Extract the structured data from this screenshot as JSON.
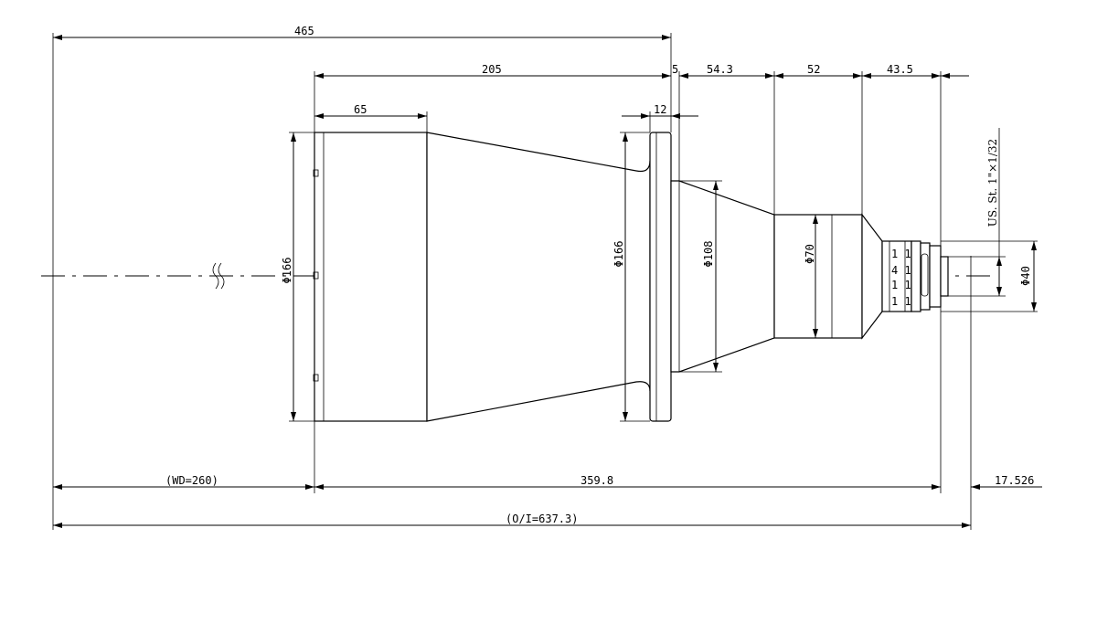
{
  "dimensions": {
    "overall_top": "465",
    "flange_to_mount_top": "205",
    "front_barrel_len": "65",
    "flange_thickness": "12",
    "gap_small": "5",
    "rear_section_1": "54.3",
    "rear_section_2": "52",
    "rear_section_3": "43.5",
    "working_distance": "(WD=260)",
    "lens_length": "359.8",
    "back_focus": "17.526",
    "object_to_image": "(O/I=637.3)"
  },
  "diameters": {
    "front": "Φ166",
    "flange": "Φ166",
    "cone_rear": "Φ108",
    "rear_barrel": "Φ70",
    "mount": "Φ40"
  },
  "thread_spec": "US. St. 1\"×1/32"
}
